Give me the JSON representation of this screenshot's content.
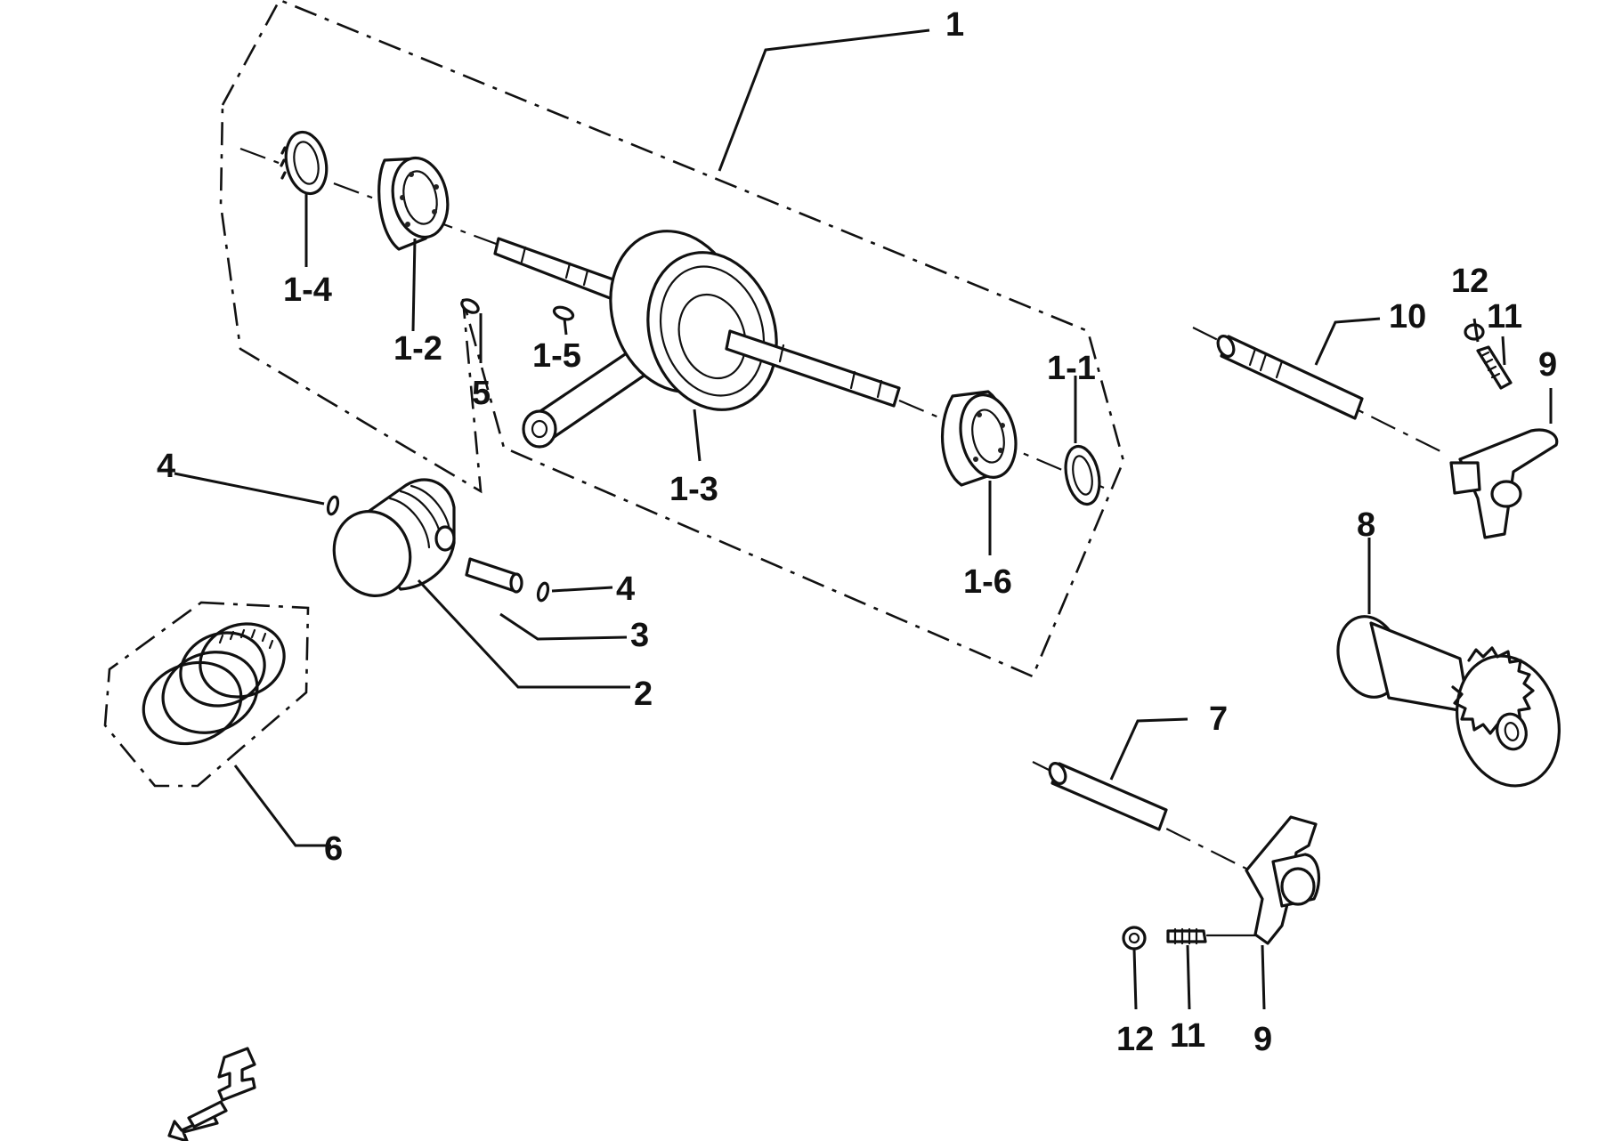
{
  "labels": {
    "p1": "1",
    "p1_1": "1-1",
    "p1_2": "1-2",
    "p1_3": "1-3",
    "p1_4": "1-4",
    "p1_5": "1-5",
    "p1_6": "1-6",
    "p2": "2",
    "p3": "3",
    "p4a": "4",
    "p4b": "4",
    "p5": "5",
    "p6": "6",
    "p7": "7",
    "p8": "8",
    "p9a": "9",
    "p9b": "9",
    "p10": "10",
    "p11a": "11",
    "p11b": "11",
    "p12a": "12",
    "p12b": "12"
  },
  "icons": {
    "front": "front-direction-arrow-icon"
  }
}
